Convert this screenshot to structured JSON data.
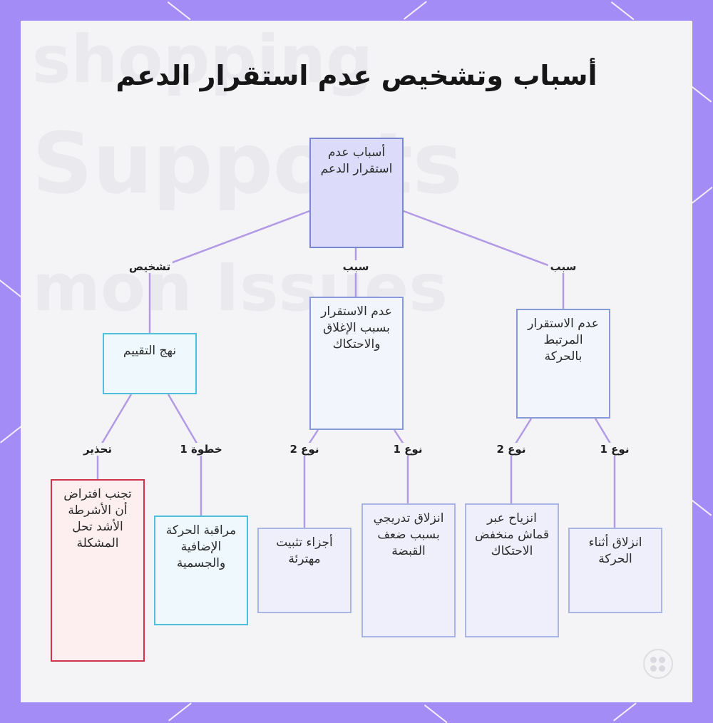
{
  "title": "أسباب وتشخيص عدم استقرار الدعم",
  "background_words": [
    "shopping",
    "Supports",
    "mon Issues"
  ],
  "colors": {
    "frame": "#a48cf6",
    "edge": "#b39ae6",
    "root_fill": "#dcdcfa",
    "assess_border": "#4fc0dc",
    "warn_border": "#d0344a"
  },
  "nodes": {
    "root": "أسباب عدم استقرار الدعم",
    "assessment": "نهج التقييم",
    "friction_instability": "عدم الاستقرار بسبب الإغلاق والاحتكاك",
    "motion_instability": "عدم الاستقرار المرتبط بالحركة",
    "avoid_assumption": "تجنب افتراض أن الأشرطة الأشد تحل المشكلة",
    "monitor_movement": "مراقبة الحركة الإضافية والجسمية",
    "worn_fasteners": "أجزاء تثبيت مهترئة",
    "gradual_slip": "انزلاق تدريجي بسبب ضعف القبضة",
    "low_friction_fabric": "انزياح عبر قماش منخفض الاحتكاك",
    "slip_during_motion": "انزلاق أثناء الحركة"
  },
  "edge_labels": {
    "diagnosis": "تشخيص",
    "cause_1": "سبب",
    "cause_2": "سبب",
    "warning": "تحذير",
    "step_1": "خطوة 1",
    "friction_type_2": "نوع 2",
    "friction_type_1": "نوع 1",
    "motion_type_2": "نوع 2",
    "motion_type_1": "نوع 1"
  },
  "watermark_icon": "logo-circle-icon"
}
